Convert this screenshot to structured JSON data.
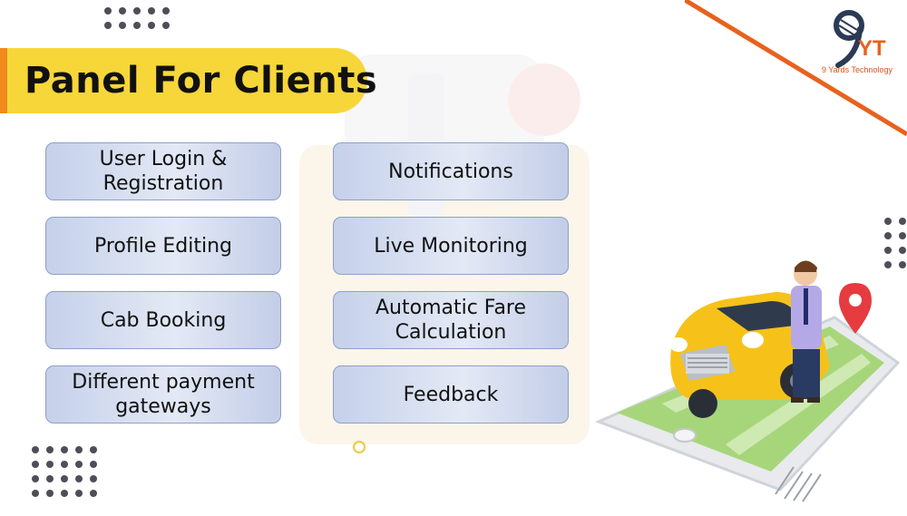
{
  "title": "Panel For Clients",
  "features": [
    {
      "label": "User Login & Registration"
    },
    {
      "label": "Notifications"
    },
    {
      "label": "Profile Editing"
    },
    {
      "label": "Live Monitoring"
    },
    {
      "label": "Cab Booking"
    },
    {
      "label": "Automatic Fare Calculation"
    },
    {
      "label": "Different payment gateways"
    },
    {
      "label": "Feedback"
    }
  ],
  "logo": {
    "mark": "YT",
    "caption": "9 Yards Technology"
  },
  "colors": {
    "banner": "#f7d63a",
    "banner_accent": "#f08a1c",
    "box_fill": "#d6deef",
    "box_border": "#8e9fc9",
    "logo_orange": "#e8621e",
    "pin_red": "#e63b3f",
    "car_yellow": "#f6c21a"
  },
  "icons": [
    "location-pin-icon",
    "logo-9yt-icon"
  ]
}
